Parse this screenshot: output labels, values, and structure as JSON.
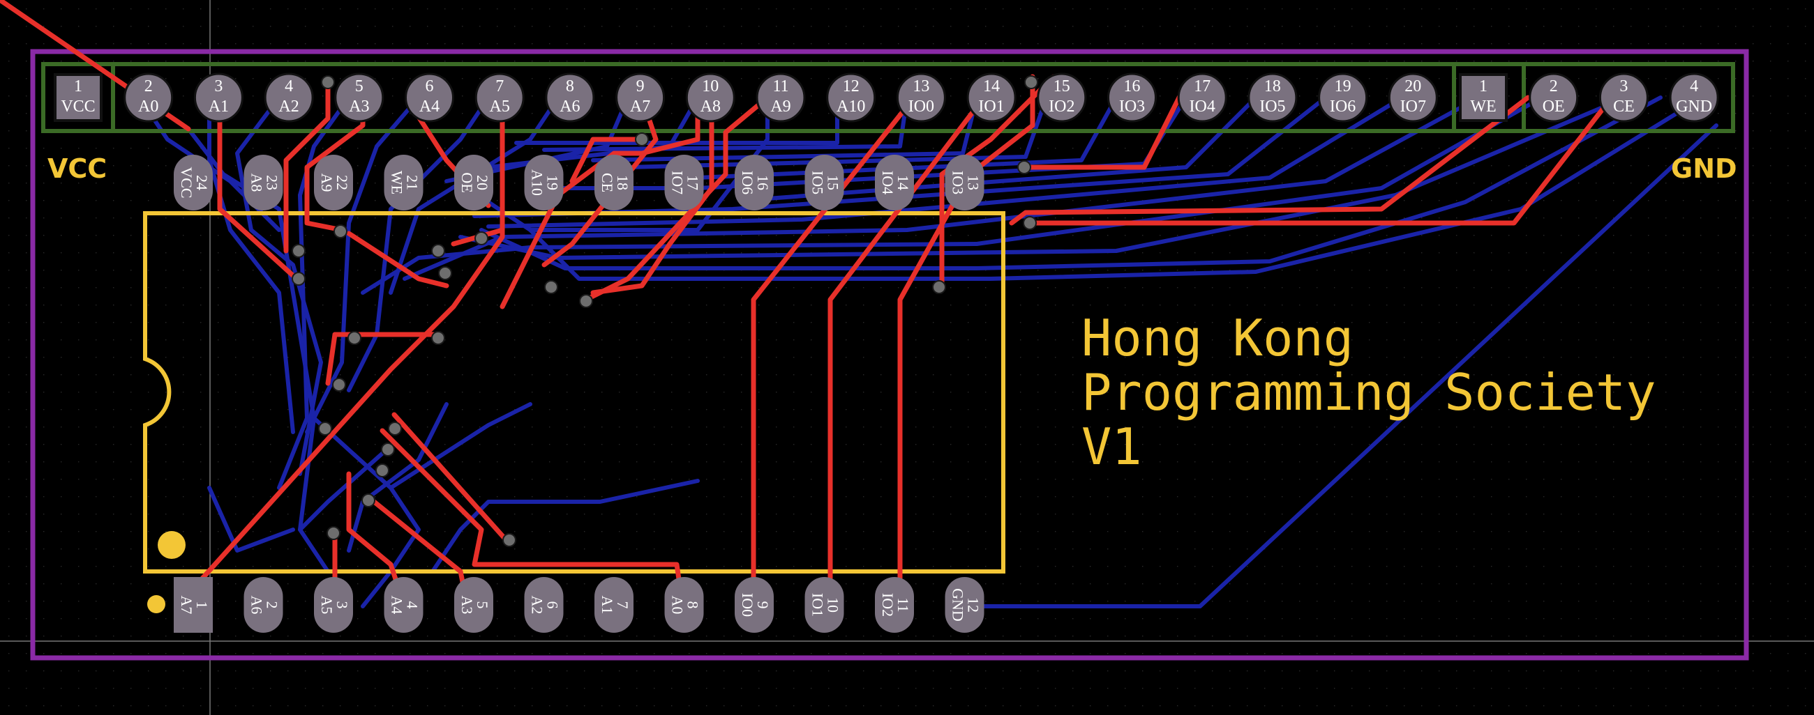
{
  "colors": {
    "background": "#000000",
    "board_outline": "#8a2aa6",
    "header_outline": "#3b6b26",
    "silkscreen": "#f3c636",
    "top_copper": "#e8302a",
    "bottom_copper": "#1a23a8",
    "pad": "#7a717f",
    "via": "#6e6e6e"
  },
  "header_row": {
    "pins": [
      {
        "num": "1",
        "name": "VCC",
        "shape": "square"
      },
      {
        "num": "2",
        "name": "A0"
      },
      {
        "num": "3",
        "name": "A1"
      },
      {
        "num": "4",
        "name": "A2"
      },
      {
        "num": "5",
        "name": "A3"
      },
      {
        "num": "6",
        "name": "A4"
      },
      {
        "num": "7",
        "name": "A5"
      },
      {
        "num": "8",
        "name": "A6"
      },
      {
        "num": "9",
        "name": "A7"
      },
      {
        "num": "10",
        "name": "A8"
      },
      {
        "num": "11",
        "name": "A9"
      },
      {
        "num": "12",
        "name": "A10"
      },
      {
        "num": "13",
        "name": "IO0"
      },
      {
        "num": "14",
        "name": "IO1"
      },
      {
        "num": "15",
        "name": "IO2"
      },
      {
        "num": "16",
        "name": "IO3"
      },
      {
        "num": "17",
        "name": "IO4"
      },
      {
        "num": "18",
        "name": "IO5"
      },
      {
        "num": "19",
        "name": "IO6"
      },
      {
        "num": "20",
        "name": "IO7"
      },
      {
        "num": "1",
        "name": "WE",
        "shape": "square"
      },
      {
        "num": "2",
        "name": "OE"
      },
      {
        "num": "3",
        "name": "CE"
      },
      {
        "num": "4",
        "name": "GND"
      }
    ]
  },
  "ic_top_row": [
    {
      "num": "24",
      "name": "VCC"
    },
    {
      "num": "23",
      "name": "A8"
    },
    {
      "num": "22",
      "name": "A9"
    },
    {
      "num": "21",
      "name": "WE"
    },
    {
      "num": "20",
      "name": "OE"
    },
    {
      "num": "19",
      "name": "A10"
    },
    {
      "num": "18",
      "name": "CE"
    },
    {
      "num": "17",
      "name": "IO7"
    },
    {
      "num": "16",
      "name": "IO6"
    },
    {
      "num": "15",
      "name": "IO5"
    },
    {
      "num": "14",
      "name": "IO4"
    },
    {
      "num": "13",
      "name": "IO3"
    }
  ],
  "ic_bottom_row": [
    {
      "num": "1",
      "name": "A7",
      "shape": "square"
    },
    {
      "num": "2",
      "name": "A6"
    },
    {
      "num": "3",
      "name": "A5"
    },
    {
      "num": "4",
      "name": "A4"
    },
    {
      "num": "5",
      "name": "A3"
    },
    {
      "num": "6",
      "name": "A2"
    },
    {
      "num": "7",
      "name": "A1"
    },
    {
      "num": "8",
      "name": "A0"
    },
    {
      "num": "9",
      "name": "IO0"
    },
    {
      "num": "10",
      "name": "IO1"
    },
    {
      "num": "11",
      "name": "IO2"
    },
    {
      "num": "12",
      "name": "GND"
    }
  ],
  "silkscreen": {
    "vcc_label": "VCC",
    "gnd_label": "GND",
    "title_line1": "Hong Kong",
    "title_line2": "Programming Society",
    "title_line3": "V1"
  }
}
